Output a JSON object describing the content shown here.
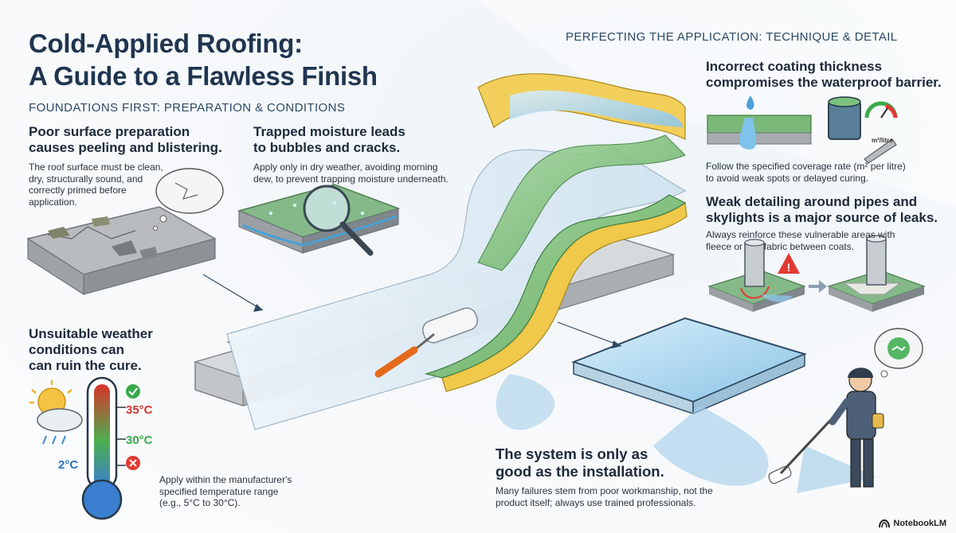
{
  "title": {
    "line1": "Cold-Applied Roofing:",
    "line2": "A Guide to a Flawless Finish"
  },
  "sections": {
    "left": "FOUNDATIONS FIRST: PREPARATION & CONDITIONS",
    "right": "PERFECTING THE APPLICATION: TECHNIQUE & DETAIL"
  },
  "surface": {
    "heading_1": "Poor surface preparation",
    "heading_2": "causes peeling and blistering.",
    "body_1": "The roof surface must be clean,",
    "body_2": "dry, structurally sound, and",
    "body_3": "correctly primed before",
    "body_4": "application."
  },
  "moisture": {
    "heading_1": "Trapped moisture leads",
    "heading_2": "to bubbles and cracks.",
    "body_1": "Apply only in dry weather, avoiding morning",
    "body_2": "dew, to prevent trapping moisture underneath."
  },
  "weather": {
    "heading_1": "Unsuitable weather",
    "heading_2": "conditions can",
    "heading_3": "can ruin the cure.",
    "temp_high": "35°C",
    "temp_mid": "30°C",
    "temp_low": "2°C",
    "body_1": "Apply within the manufacturer's",
    "body_2": "specified temperature range",
    "body_3": "(e.g., 5°C to 30°C)."
  },
  "thickness": {
    "heading_1": "Incorrect coating thickness",
    "heading_2": "compromises the waterproof barrier.",
    "gauge_label": "m²/litre",
    "body_1": "Follow the specified coverage rate (m² per litre)",
    "body_2": "to avoid weak spots or delayed curing."
  },
  "detailing": {
    "heading_1": "Weak detailing around pipes and",
    "heading_2": "skylights is a major source of leaks.",
    "body_1": "Always reinforce these vulnerable areas with",
    "body_2": "fleece or        fabric between coats."
  },
  "system": {
    "heading_1": "The system is only as",
    "heading_2": "good as the installation.",
    "body_1": "Many failures stem from poor workmanship, not the",
    "body_2": "product itself; always use trained professionals."
  },
  "brand": {
    "name": "NotebookLM"
  },
  "colors": {
    "title": "#1f3550",
    "green_membrane": "#7fbf7a",
    "yellow_layer": "#f0c84a",
    "water_blue": "#8fc6e6",
    "concrete": "#c9cccf",
    "warning_red": "#e03a32",
    "ok_green": "#3aaa4a"
  }
}
